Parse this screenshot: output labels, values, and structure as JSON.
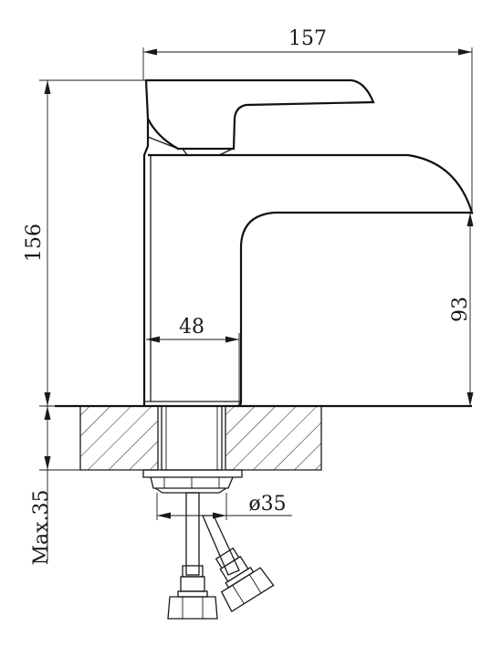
{
  "dimensions": {
    "overall_width": "157",
    "overall_height": "156",
    "spout_height": "93",
    "base_width": "48",
    "hole_diameter": "ø35",
    "max_thickness": "Max.35"
  },
  "colors": {
    "line": "#1a1a1a",
    "background": "#ffffff"
  }
}
